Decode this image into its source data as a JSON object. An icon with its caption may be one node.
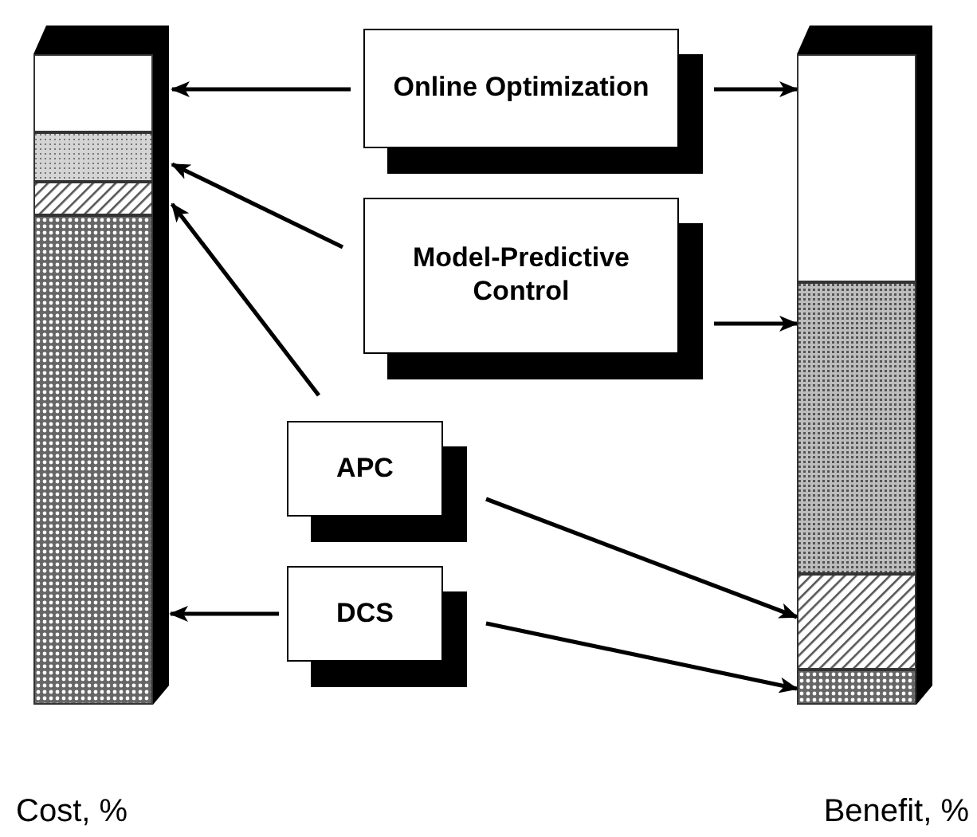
{
  "diagram": {
    "nodes": [
      {
        "text": [
          "Online Optimization"
        ]
      },
      {
        "text": [
          "Model-Predictive Control"
        ]
      },
      {
        "text": [
          "APC"
        ]
      },
      {
        "text": [
          "DCS"
        ]
      },
      {
        "text": [],
        "shape": "box"
      },
      {
        "text": [],
        "shape": "box"
      },
      {
        "text": [],
        "shape": "box"
      },
      {
        "text": [],
        "shape": "box"
      },
      {
        "text": [],
        "shape": "box"
      },
      {
        "text": [],
        "shape": "box"
      },
      {
        "text": [],
        "shape": "box"
      },
      {
        "text": [],
        "shape": "box"
      }
    ],
    "edges": [
      {
        "from": 0,
        "to": 4,
        "arrow": "to"
      },
      {
        "from": 0,
        "to": 8,
        "arrow": "to"
      },
      {
        "from": 1,
        "to": 5,
        "arrow": "to"
      },
      {
        "from": 1,
        "to": 9,
        "arrow": "to"
      },
      {
        "from": 2,
        "to": 6,
        "arrow": "to"
      },
      {
        "from": 2,
        "to": 10,
        "arrow": "to"
      },
      {
        "from": 3,
        "to": 7,
        "arrow": "to"
      },
      {
        "from": 3,
        "to": 11,
        "arrow": "to"
      }
    ],
    "labels": [
      "Cost, %",
      "Benefit, %"
    ]
  }
}
